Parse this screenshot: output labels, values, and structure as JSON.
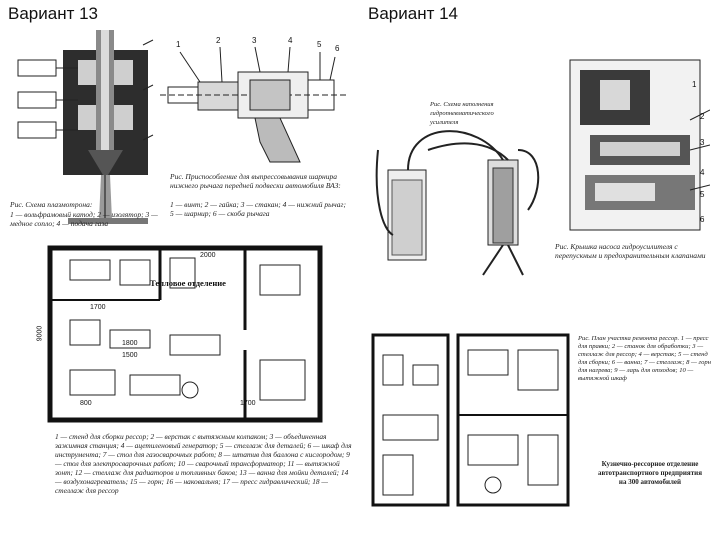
{
  "left": {
    "title": "Вариант 13",
    "fig1": {
      "caption": "Рис. Схема плазмотрона:",
      "legend": "1 — вольфрамовый катод; 2 — изолятор; 3 — медное сопло; 4 — подача газа"
    },
    "fig2": {
      "caption": "Рис. Приспособление для выпрессовывания шарнира нижнего рычага передней подвески автомобиля ВАЗ:",
      "legend": "1 — винт; 2 — гайка; 3 — стакан; 4 — нижний рычаг; 5 — шарнир; 6 — скоба рычага",
      "labels": [
        "1",
        "2",
        "3",
        "4",
        "5",
        "6"
      ]
    },
    "plan": {
      "room_label": "Тепловое отделение",
      "dims": [
        "1700",
        "1800",
        "1500",
        "2000",
        "9000",
        "800",
        "1700"
      ],
      "legend": "1 — стенд для сборки рессор; 2 — верстак с вытяжным колпаком; 3 — объединенная зажимная станция; 4 — ацетиленовый генератор; 5 — стеллаж для деталей; 6 — шкаф для инструмента; 7 — стол для газосварочных работ; 8 — штатив для баллона с кислородом; 9 — стол для электросварочных работ; 10 — сварочный трансформатор; 11 — вытяжной зонт; 12 — стеллаж для радиаторов и топливных баков; 13 — ванна для мойки деталей; 14 — воздухонагреватель; 15 — горн; 16 — наковальня; 17 — пресс гидравлический; 18 — стеллаж для рессор"
    }
  },
  "right": {
    "title": "Вариант 14",
    "fig1": {
      "caption": "Рис. Схема наполнения гидропневматического усилителя",
      "legend": "Рис. Крышка насоса гидроусилителя с перепускным и предохранительным клапанами"
    },
    "fig2": {
      "labels": [
        "1",
        "2",
        "3",
        "4",
        "5",
        "6"
      ]
    },
    "plan": {
      "legend": "Рис. План участка ремонта рессор. 1 — пресс для правки; 2 — станок для обработки; 3 — стеллаж для рессор; 4 — верстак; 5 — стенд для сборки; 6 — ванна; 7 — стеллаж; 8 — горн для нагрева; 9 — ларь для отходов; 10 — вытяжной шкаф",
      "title_lines": [
        "Кузнечно-рессорное отделение",
        "автотранспортного предприятия",
        "на 300 автомобилей"
      ]
    }
  }
}
